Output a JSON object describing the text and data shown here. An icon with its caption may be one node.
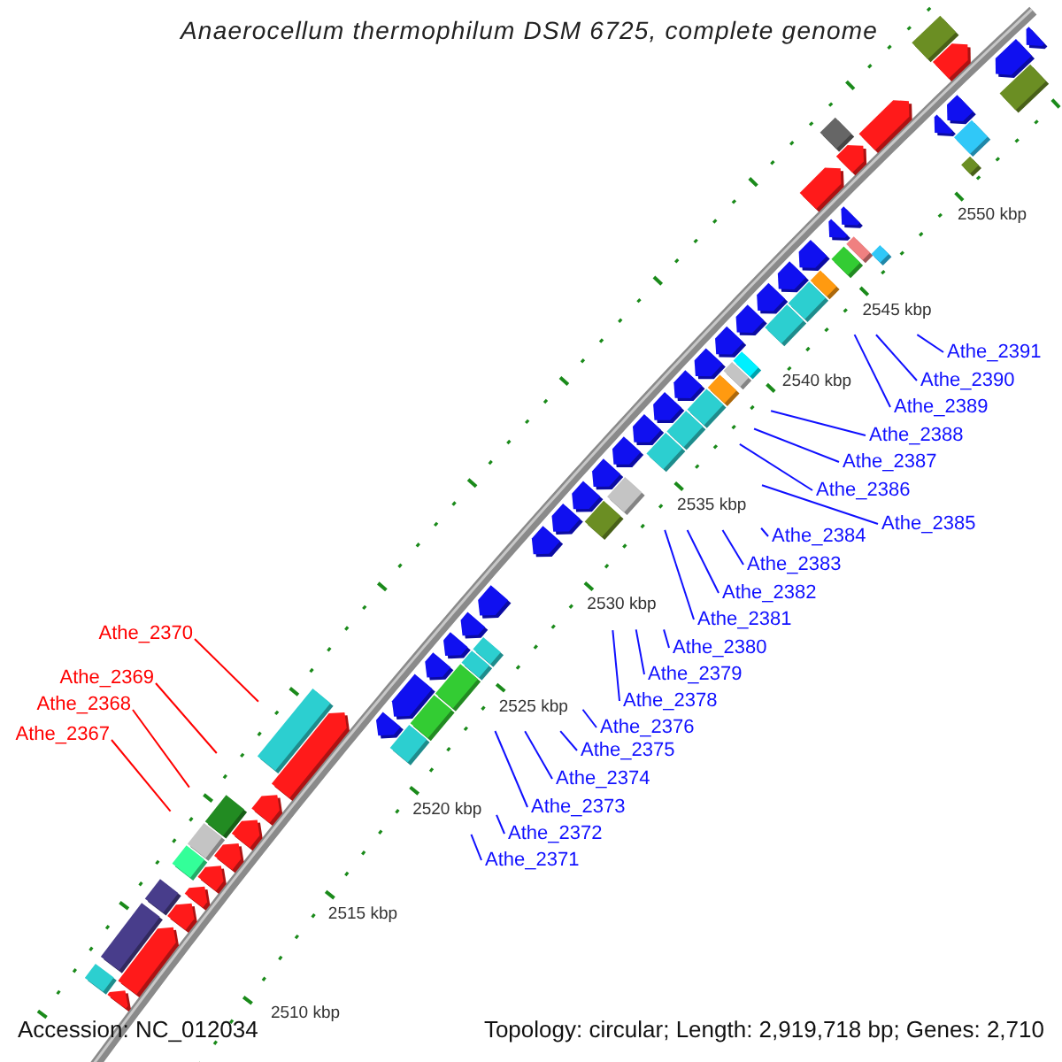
{
  "diagram": {
    "title": "Anaerocellum thermophilum DSM 6725, complete genome",
    "nodes": [
      {
        "text": [
          "Athe_2367"
        ]
      },
      {
        "text": [
          "Athe_2368"
        ]
      },
      {
        "text": [
          "Athe_2369"
        ]
      },
      {
        "text": [
          "Athe_2370"
        ]
      },
      {
        "text": [
          "Athe_2371"
        ]
      },
      {
        "text": [
          "Athe_2372"
        ]
      },
      {
        "text": [
          "Athe_2373"
        ]
      },
      {
        "text": [
          "Athe_2374"
        ]
      },
      {
        "text": [
          "Athe_2375"
        ]
      },
      {
        "text": [
          "Athe_2376"
        ]
      },
      {
        "text": [
          "Athe_2378"
        ]
      },
      {
        "text": [
          "Athe_2379"
        ]
      },
      {
        "text": [
          "Athe_2380"
        ]
      },
      {
        "text": [
          "Athe_2381"
        ]
      },
      {
        "text": [
          "Athe_2382"
        ]
      },
      {
        "text": [
          "Athe_2383"
        ]
      },
      {
        "text": [
          "Athe_2384"
        ]
      },
      {
        "text": [
          "Athe_2385"
        ]
      },
      {
        "text": [
          "Athe_2386"
        ]
      },
      {
        "text": [
          "Athe_2387"
        ]
      },
      {
        "text": [
          "Athe_2388"
        ]
      },
      {
        "text": [
          "Athe_2389"
        ]
      },
      {
        "text": [
          "Athe_2390"
        ]
      },
      {
        "text": [
          "Athe_2391"
        ]
      }
    ],
    "edges": [
      {
        "from": 0,
        "to": null,
        "arrow": "none",
        "color": "#ff0000"
      },
      {
        "from": 1,
        "to": null,
        "arrow": "none",
        "color": "#ff0000"
      },
      {
        "from": 2,
        "to": null,
        "arrow": "none",
        "color": "#ff0000"
      },
      {
        "from": 3,
        "to": null,
        "arrow": "none",
        "color": "#ff0000"
      },
      {
        "from": 4,
        "to": null,
        "arrow": "none"
      },
      {
        "from": 5,
        "to": null,
        "arrow": "none"
      },
      {
        "from": 6,
        "to": null,
        "arrow": "none"
      },
      {
        "from": 7,
        "to": null,
        "arrow": "none"
      },
      {
        "from": 8,
        "to": null,
        "arrow": "none"
      },
      {
        "from": 9,
        "to": null,
        "arrow": "none"
      },
      {
        "from": 10,
        "to": null,
        "arrow": "none"
      },
      {
        "from": 11,
        "to": null,
        "arrow": "none"
      },
      {
        "from": 12,
        "to": null,
        "arrow": "none"
      },
      {
        "from": 13,
        "to": null,
        "arrow": "none"
      },
      {
        "from": 14,
        "to": null,
        "arrow": "none"
      },
      {
        "from": 15,
        "to": null,
        "arrow": "none"
      },
      {
        "from": 16,
        "to": null,
        "arrow": "none"
      },
      {
        "from": 17,
        "to": null,
        "arrow": "none"
      },
      {
        "from": 18,
        "to": null,
        "arrow": "none"
      },
      {
        "from": 19,
        "to": null,
        "arrow": "none"
      },
      {
        "from": 20,
        "to": null,
        "arrow": "none"
      },
      {
        "from": 21,
        "to": null,
        "arrow": "none"
      },
      {
        "from": 22,
        "to": null,
        "arrow": "none"
      },
      {
        "from": 23,
        "to": null,
        "arrow": "none"
      }
    ],
    "labels": [
      "2550 kbp",
      "2545 kbp",
      "2540 kbp",
      "2535 kbp",
      "2530 kbp",
      "2525 kbp",
      "2520 kbp",
      "2515 kbp",
      "2510 kbp",
      "Accession: NC_012034",
      "Topology: circular; Length: 2,919,718 bp; Genes: 2,710"
    ]
  }
}
